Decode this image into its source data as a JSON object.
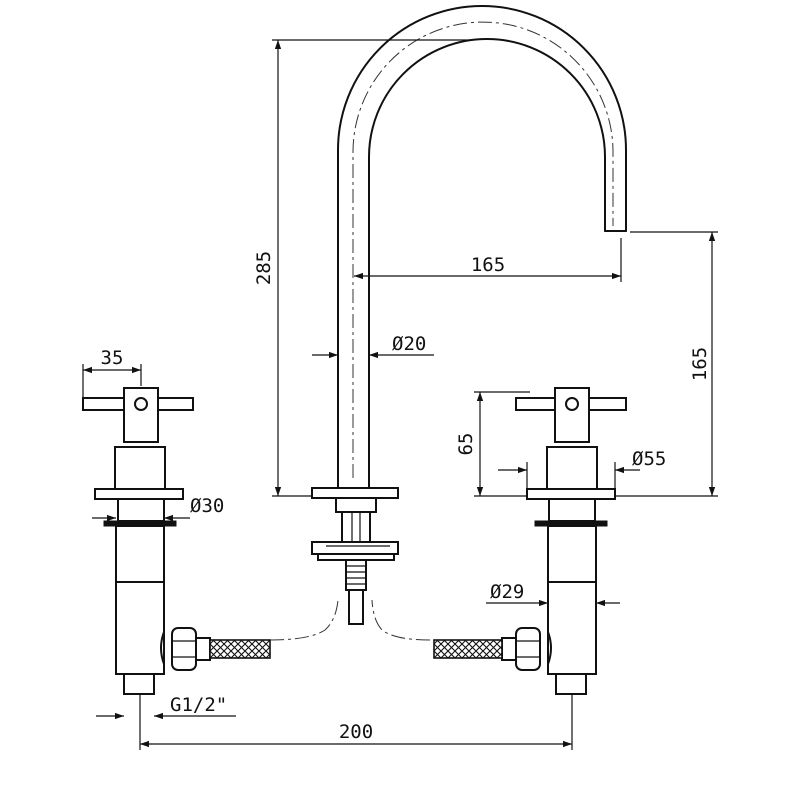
{
  "diagram": {
    "labels": {
      "spout_height": "285",
      "spout_reach": "165",
      "spout_outlet_height": "165",
      "spout_diameter": "Ø20",
      "handle_width": "35",
      "body_diameter_left": "Ø30",
      "handle_height": "65",
      "flange_diameter": "Ø55",
      "body_diameter_right": "Ø29",
      "connection_thread": "G1/2\"",
      "center_distance": "200"
    }
  }
}
